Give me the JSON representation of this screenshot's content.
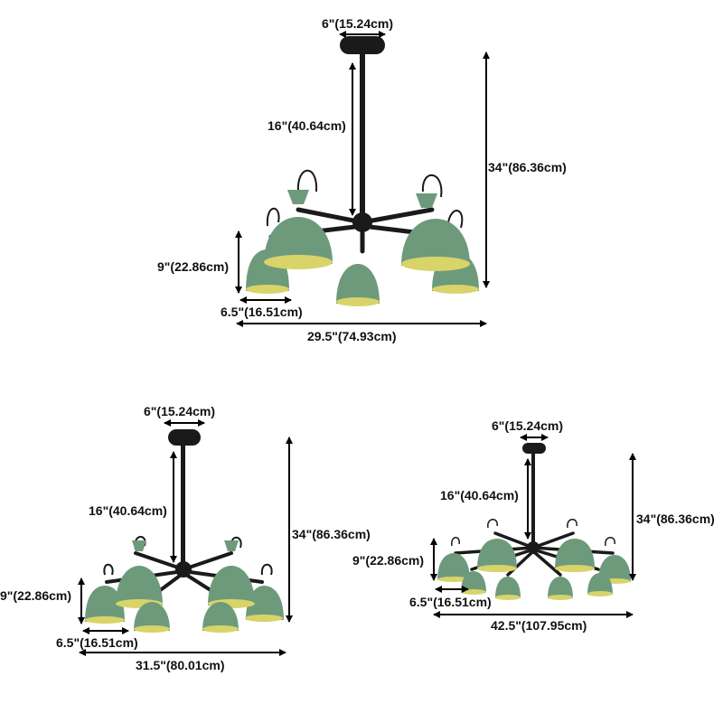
{
  "colors": {
    "shade_outer": "#6e9a7c",
    "shade_inner": "#d8d46a",
    "frame": "#1a1a1a",
    "dimension_line": "#000000"
  },
  "products": [
    {
      "name": "5-light",
      "dims": {
        "canopy": "6\"(15.24cm)",
        "rod": "16\"(40.64cm)",
        "height": "34\"(86.36cm)",
        "shade_height": "9\"(22.86cm)",
        "shade_width": "6.5\"(16.51cm)",
        "width": "29.5\"(74.93cm)"
      }
    },
    {
      "name": "6-light",
      "dims": {
        "canopy": "6\"(15.24cm)",
        "rod": "16\"(40.64cm)",
        "height": "34\"(86.36cm)",
        "shade_height": "9\"(22.86cm)",
        "shade_width": "6.5\"(16.51cm)",
        "width": "31.5\"(80.01cm)"
      }
    },
    {
      "name": "8-light",
      "dims": {
        "canopy": "6\"(15.24cm)",
        "rod": "16\"(40.64cm)",
        "height": "34\"(86.36cm)",
        "shade_height": "9\"(22.86cm)",
        "shade_width": "6.5\"(16.51cm)",
        "width": "42.5\"(107.95cm)"
      }
    }
  ]
}
